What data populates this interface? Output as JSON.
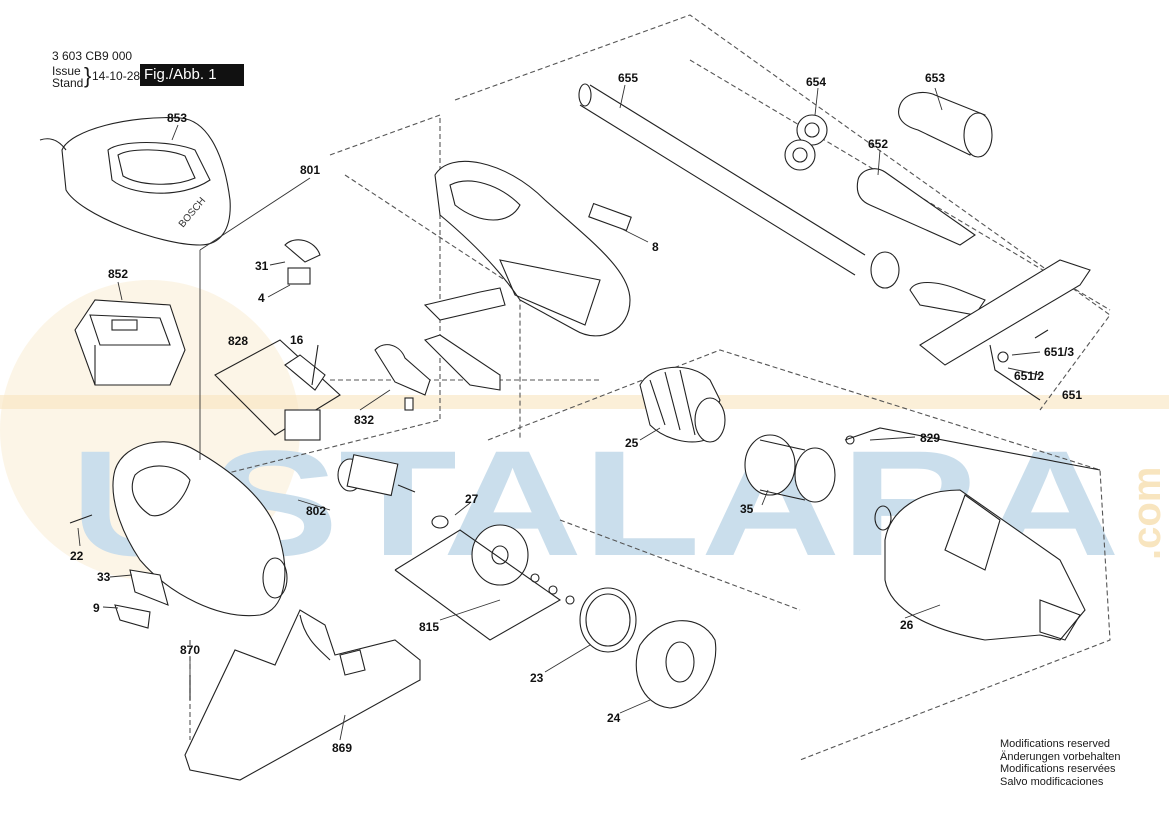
{
  "header": {
    "doc_number": "3 603 CB9 000",
    "issue_label": "Issue",
    "stand_label": "Stand",
    "date": "14-10-28",
    "figure_label": "Fig./Abb. 1"
  },
  "parts": {
    "p853": "853",
    "p852": "852",
    "p801": "801",
    "p31": "31",
    "p4": "4",
    "p828": "828",
    "p16": "16",
    "p832": "832",
    "p8": "8",
    "p655": "655",
    "p654": "654",
    "p653": "653",
    "p652": "652",
    "p651_3": "651/3",
    "p651_2": "651/2",
    "p651": "651",
    "p25": "25",
    "p829": "829",
    "p35": "35",
    "p27": "27",
    "p802": "802",
    "p22": "22",
    "p33": "33",
    "p9": "9",
    "p870": "870",
    "p869": "869",
    "p815": "815",
    "p23": "23",
    "p24": "24",
    "p26": "26"
  },
  "brand_on_part": "BOSCH",
  "watermark": {
    "text": "USTALARA",
    "suffix": ".com",
    "color": "#9fc3dc",
    "accent": "#f3cf8a"
  },
  "footer": {
    "mod_en": "Modifications reserved",
    "mod_de": "Änderungen vorbehalten",
    "mod_fr": "Modifications reservées",
    "mod_es": "Salvo modificaciones"
  }
}
